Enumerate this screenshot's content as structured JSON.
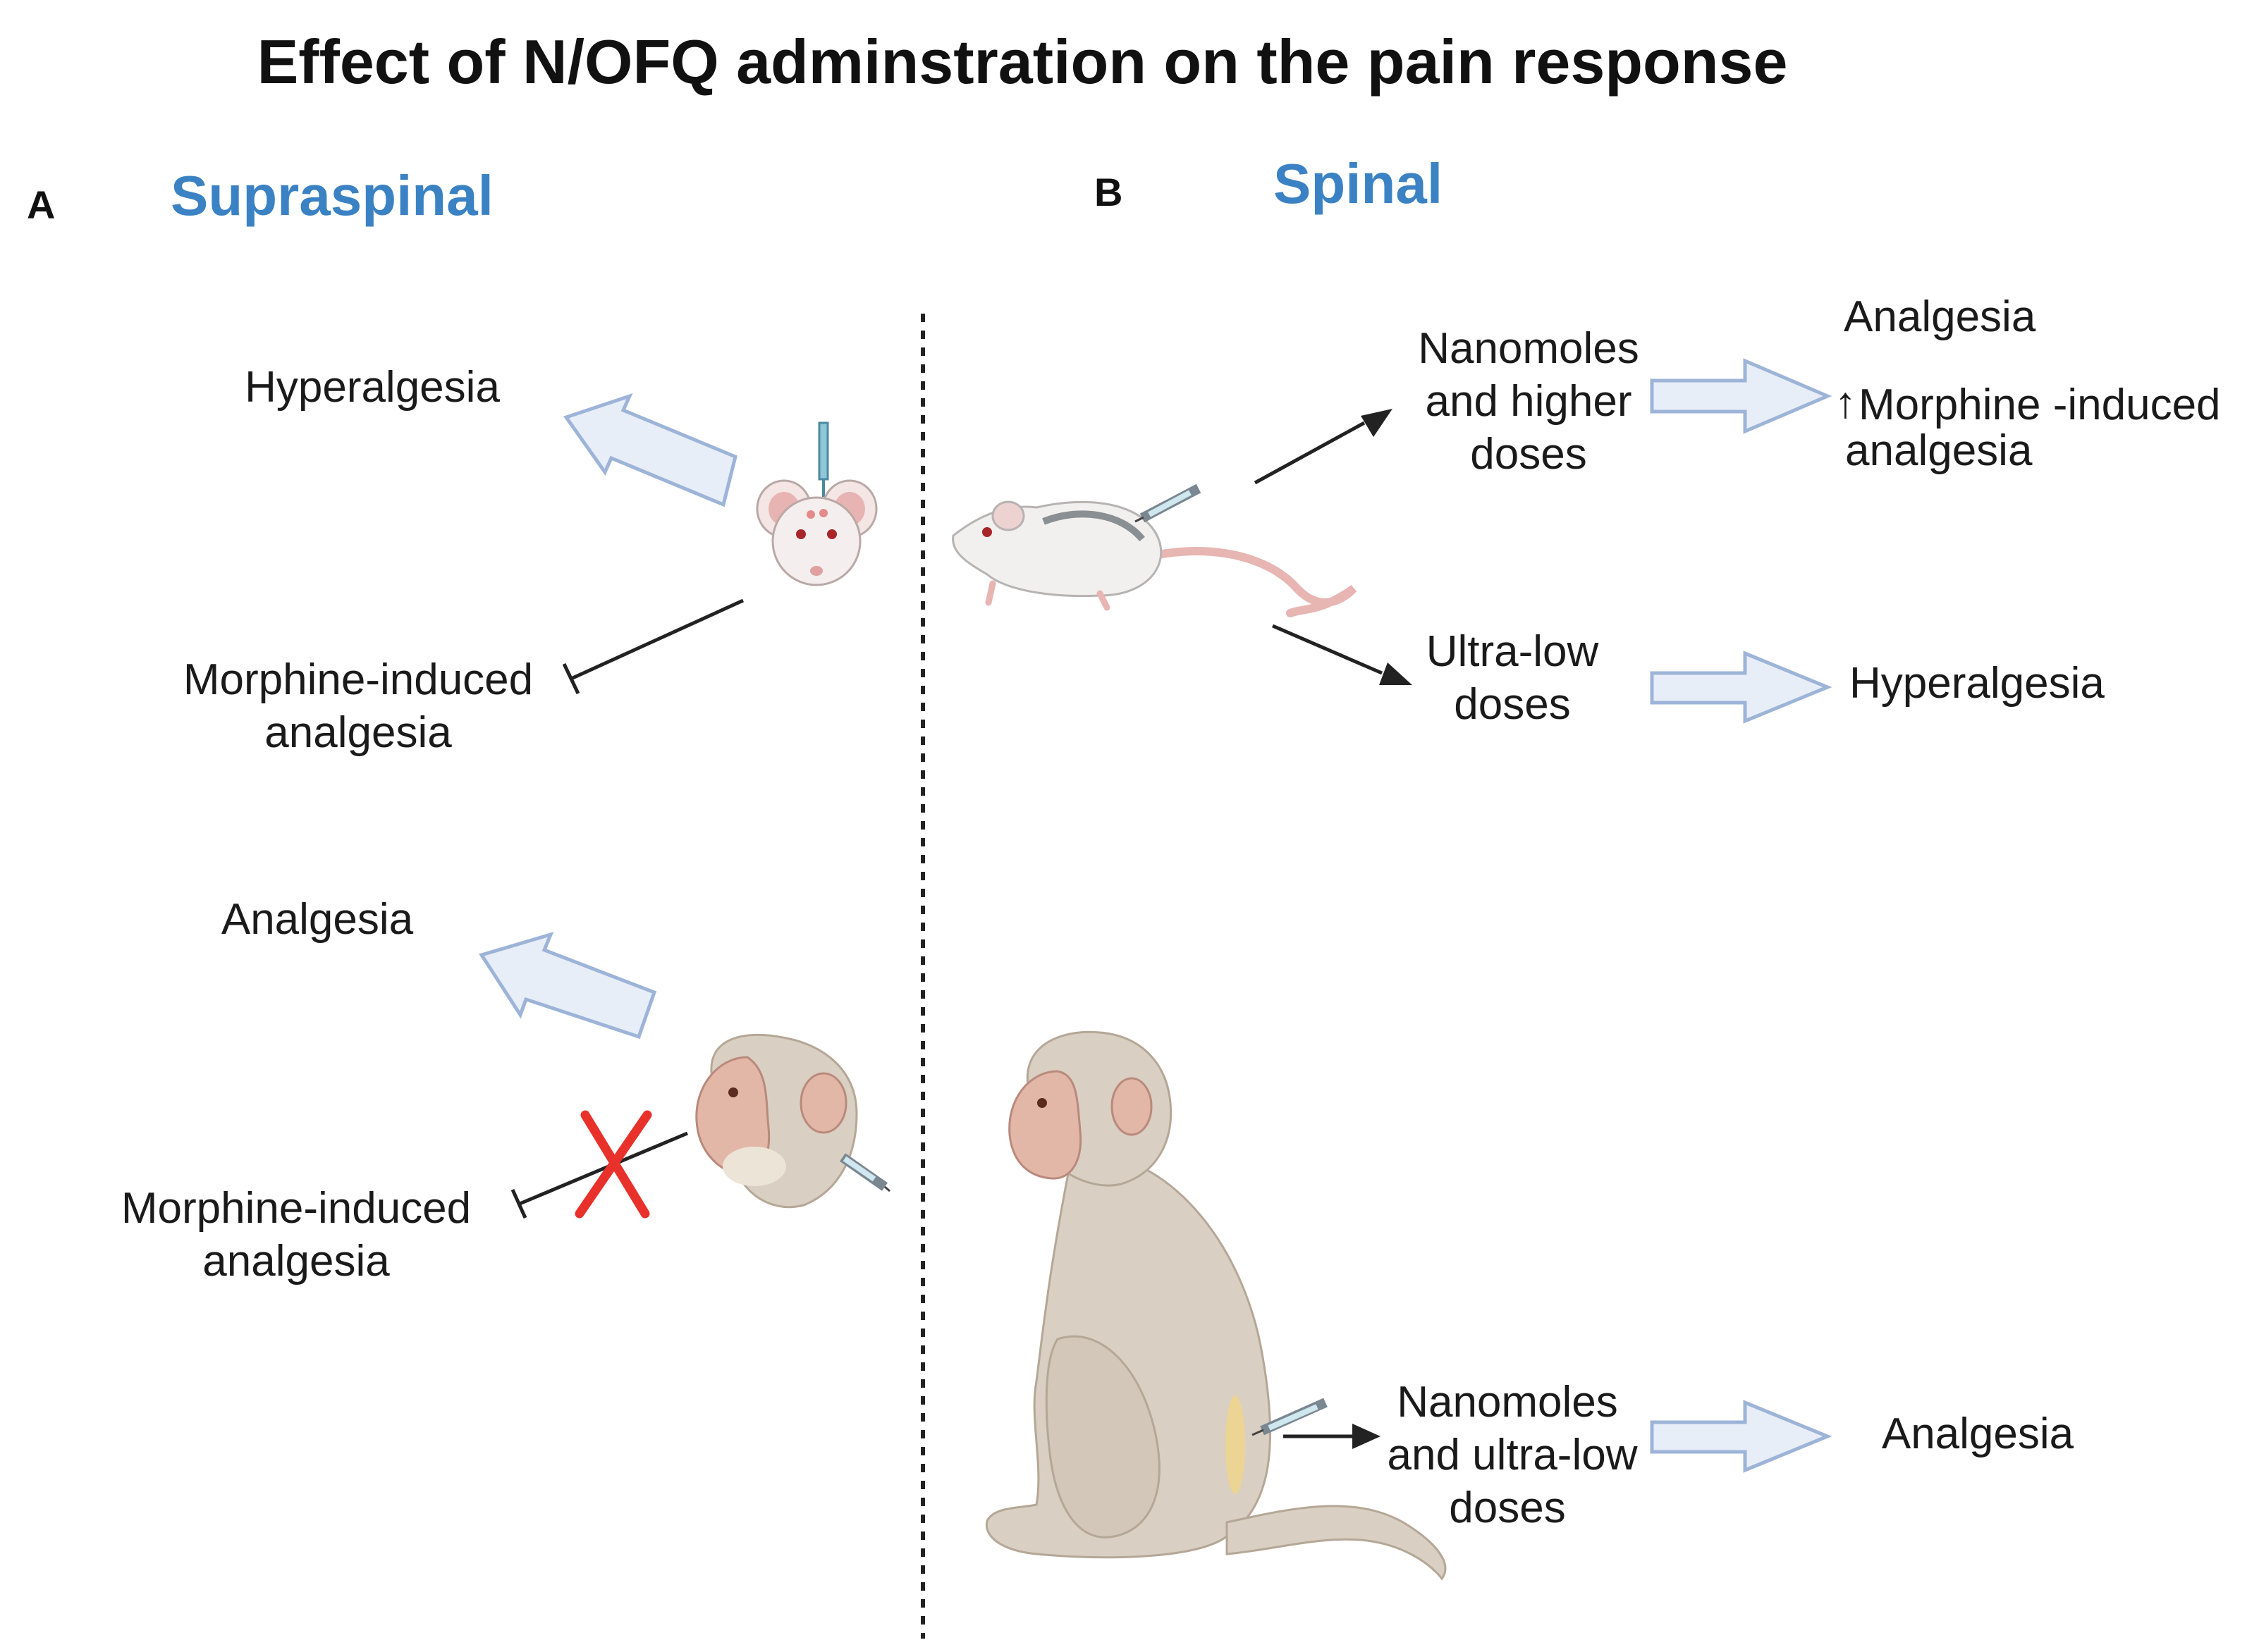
{
  "title": "Effect of N/OFQ adminstration on the pain response",
  "panels": {
    "a": {
      "letter": "A",
      "title": "Supraspinal"
    },
    "b": {
      "letter": "B",
      "title": "Spinal"
    }
  },
  "supraspinal": {
    "rodent": {
      "effect": "Hyperalgesia",
      "blocked_1": "Morphine-induced",
      "blocked_2": "analgesia"
    },
    "primate": {
      "effect": "Analgesia",
      "not_blocked_1": "Morphine-induced",
      "not_blocked_2": "analgesia"
    }
  },
  "spinal": {
    "rodent": {
      "high_dose_1": "Nanomoles",
      "high_dose_2": "and higher",
      "high_dose_3": "doses",
      "high_effect": "Analgesia",
      "high_effect_2_1": "Morphine -induced",
      "high_effect_2_2": "analgesia",
      "high_effect_2_arrow": "↑",
      "low_dose_1": "Ultra-low",
      "low_dose_2": "doses",
      "low_effect": "Hyperalgesia"
    },
    "primate": {
      "dose_1": "Nanomoles",
      "dose_2": "and ultra-low",
      "dose_3": "doses",
      "effect": "Analgesia"
    }
  },
  "colors": {
    "panel_title": "#3b82c4",
    "block_arrow_fill": "#e7eef8",
    "block_arrow_stroke": "#9db4d8",
    "cross": "#e8312a",
    "animal_fur": "#d9cfc2",
    "monkey_face": "#e3b7a8"
  }
}
